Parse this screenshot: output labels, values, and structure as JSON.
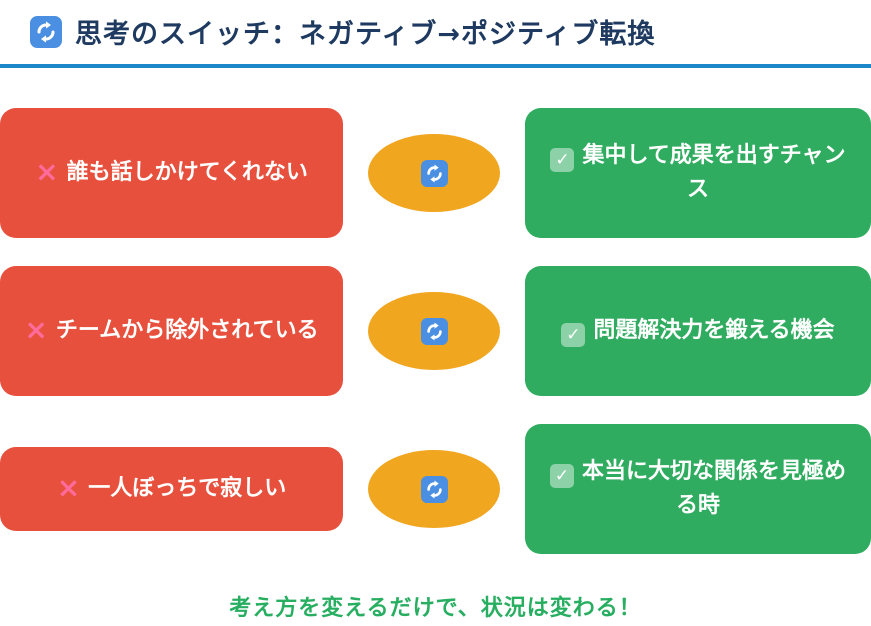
{
  "header": {
    "title": "思考のスイッチ：ネガティブ→ポジティブ転換",
    "icon": "refresh-icon"
  },
  "rows": [
    {
      "negative": "誰も話しかけてくれない",
      "positive": "集中して成果を出すチャンス"
    },
    {
      "negative": "チームから除外されている",
      "positive": "問題解決力を鍛える機会"
    },
    {
      "negative": "一人ぼっちで寂しい",
      "positive": "本当に大切な関係を見極める時"
    }
  ],
  "marks": {
    "negative_mark": "×",
    "positive_mark": "✓"
  },
  "footer": {
    "text": "考え方を変えるだけで、状況は変わる！"
  },
  "colors": {
    "negative_box": "#e8503e",
    "positive_box": "#2fac5f",
    "arrow_ellipse": "#f0a61f",
    "refresh_icon_blue": "#4a8fe2",
    "accent_line": "#1b86c8",
    "title_text": "#1f3a60",
    "footer_text": "#27ae60",
    "x_mark": "#ff6b9b"
  }
}
